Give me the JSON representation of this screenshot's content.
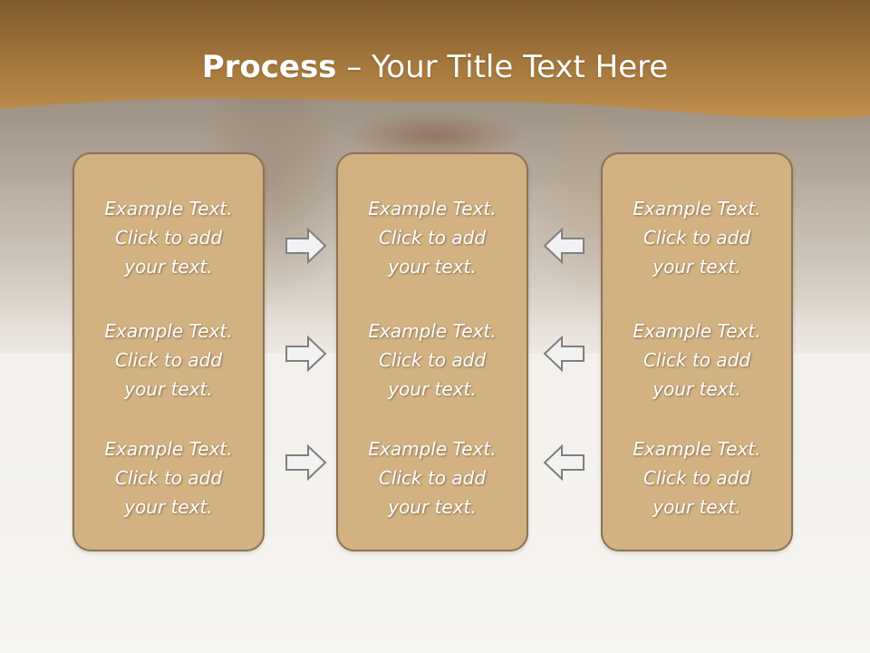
{
  "slide": {
    "title_bold": "Process",
    "title_rest": " – Your Title Text Here",
    "colors": {
      "header_band": "#a87b3f",
      "box_fill": "#d2b283",
      "box_border": "#8f7250",
      "arrow_fill": "#f2f2f2",
      "arrow_stroke": "#7f7f7f"
    },
    "columns": [
      {
        "blocks": [
          [
            "Example Text.",
            "Click  to add",
            "your text."
          ],
          [
            "Example Text.",
            "Click  to add",
            "your text."
          ],
          [
            "Example Text.",
            "Click  to add",
            "your text."
          ]
        ]
      },
      {
        "blocks": [
          [
            "Example Text.",
            "Click  to add",
            "your text."
          ],
          [
            "Example Text.",
            "Click  to add",
            "your text."
          ],
          [
            "Example Text.",
            "Click  to add",
            "your text."
          ]
        ]
      },
      {
        "blocks": [
          [
            "Example Text.",
            "Click  to add",
            "your text."
          ],
          [
            "Example Text.",
            "Click  to add",
            "your text."
          ],
          [
            "Example Text.",
            "Click  to add",
            "your text."
          ]
        ]
      }
    ],
    "arrows_left": [
      "arrow-right-icon",
      "arrow-right-icon",
      "arrow-right-icon"
    ],
    "arrows_right": [
      "arrow-left-icon",
      "arrow-left-icon",
      "arrow-left-icon"
    ]
  }
}
